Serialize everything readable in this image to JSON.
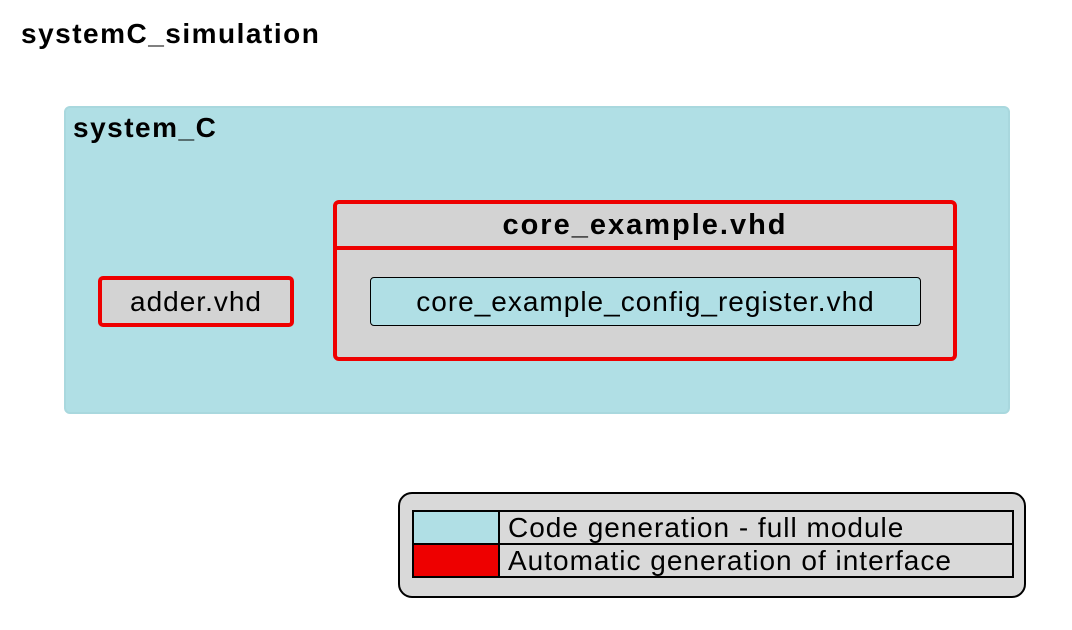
{
  "title": "systemC_simulation",
  "colors": {
    "module_fill": "#b0dfe5",
    "interface_red": "#ee0000",
    "node_gray": "#d3d3d3",
    "legend_bg": "#d9d9d9"
  },
  "cluster": {
    "label": "system_C",
    "nodes": [
      {
        "label": "adder.vhd"
      },
      {
        "label": "core_example.vhd",
        "children": [
          {
            "label": "core_example_config_register.vhd"
          }
        ]
      }
    ]
  },
  "legend": {
    "entries": [
      {
        "label": "Code generation - full module",
        "color": "#b0dfe5"
      },
      {
        "label": "Automatic generation of interface",
        "color": "#ee0000"
      }
    ]
  }
}
